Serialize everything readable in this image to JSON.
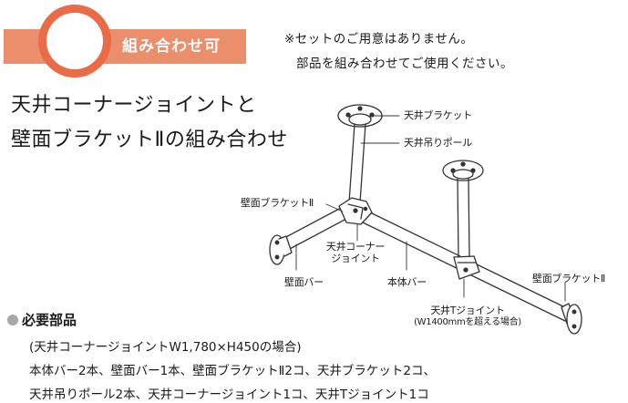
{
  "badge": {
    "label": "組み合わせ可"
  },
  "notice": {
    "line1": "※セットのご用意はありません。",
    "line2": "部品を組み合わせてご使用ください。"
  },
  "title": {
    "line1": "天井コーナージョイントと",
    "line2": "壁面ブラケットⅡの組み合わせ"
  },
  "diagram": {
    "labels": {
      "ceiling_bracket": "天井ブラケット",
      "ceiling_pole": "天井吊りポール",
      "wall_bracket_left": "壁面ブラケットⅡ",
      "corner_joint_1": "天井コーナー",
      "corner_joint_2": "ジョイント",
      "wall_bar": "壁面バー",
      "main_bar": "本体バー",
      "wall_bracket_right": "壁面ブラケットⅡ",
      "t_joint": "天井Tジョイント",
      "t_joint_note": "(W1400mmを超える場合)"
    }
  },
  "parts": {
    "heading": "必要部品",
    "line1": "(天井コーナージョイントW1,780×H450の場合)",
    "line2": "本体バー2本、壁面バー1本、壁面ブラケットⅡ2コ、天井ブラケット2コ、",
    "line3": "天井吊りポール2本、天井コーナージョイント1コ、天井Tジョイント1コ"
  },
  "colors": {
    "accent": "#e96c46",
    "accent_light": "#ea8e6c",
    "bullet": "#a8a8a8"
  }
}
